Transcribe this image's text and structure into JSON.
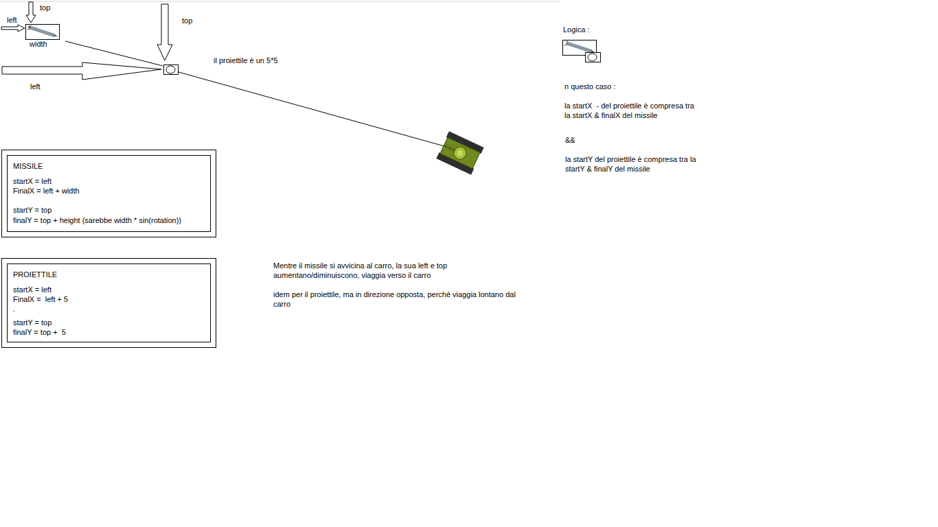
{
  "diagram": {
    "nodes": [
      {
        "text": [
          "MISSILE",
          "startX = left",
          "FinalX = left + width",
          "startY = top",
          "finalY = top + height (sarebbe width * sin(rotation))"
        ]
      },
      {
        "text": [
          "PROIETTILE",
          "startX = left",
          "FinalX =  left + 5",
          ".",
          "startY = top",
          "finalY = top +  5"
        ]
      }
    ],
    "labels": [
      "top",
      "left",
      "width",
      "top",
      "left",
      "il proiettile è un 5*5",
      "Mentre il missile si avvicina al carro, la sua left e top aumentano/diminuiscono, viaggia verso il carro",
      "idem per il proiettile, ma in direzione opposta, perché viaggia lontano dal carro",
      "Logica :",
      "n questo caso :",
      "la startX  - del proiettile è compresa tra la startX & finalX del missile",
      "&&",
      "la startY del proiettile è compresa tra la startY & finalY del missile"
    ]
  }
}
